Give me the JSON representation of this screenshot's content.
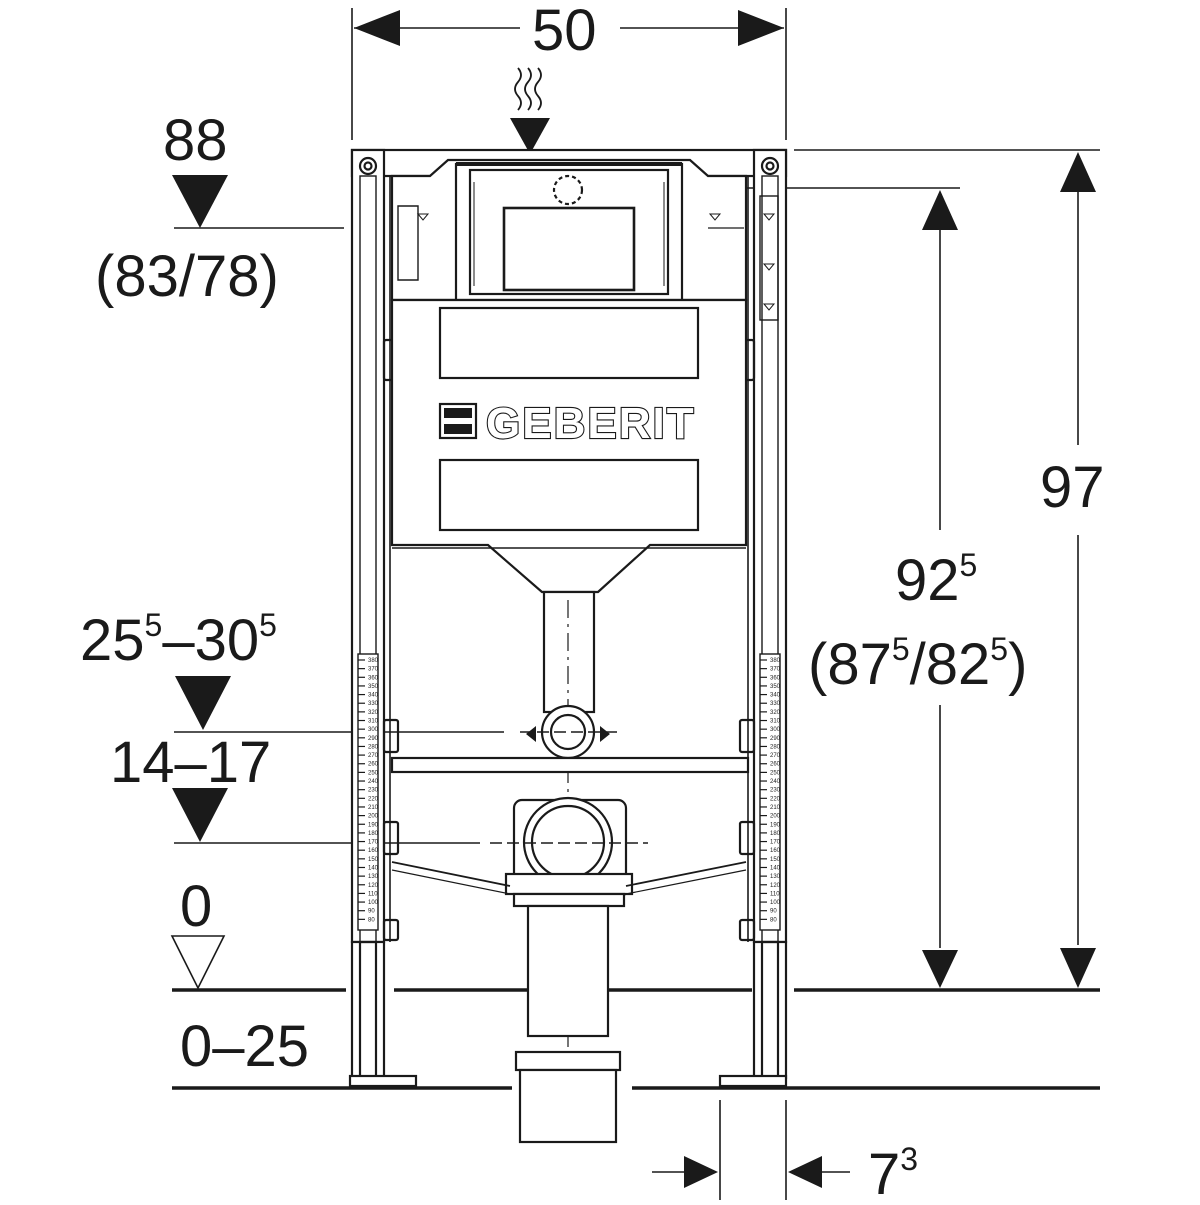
{
  "brand": "GEBERIT",
  "dimensions": {
    "width": "50",
    "total_height": "97",
    "height_main": "92",
    "height_main_sup": "5",
    "height_alt_1": "87",
    "height_alt_1_sup": "5",
    "height_alt_2": "82",
    "height_alt_2_sup": "5",
    "flush_height": "88",
    "flush_height_alt": "(83/78)",
    "inlet_range_a": "25",
    "inlet_range_a_sup": "5",
    "inlet_range_b": "30",
    "inlet_range_b_sup": "5",
    "outlet_range": "14–17",
    "floor_level": "0",
    "leg_adjust": "0–25",
    "depth": "7",
    "depth_sup": "3"
  },
  "scale_labels": [
    "380",
    "370",
    "360",
    "350",
    "340",
    "330",
    "320",
    "310",
    "300",
    "290",
    "280",
    "270",
    "260",
    "250",
    "240",
    "230",
    "220",
    "210",
    "200",
    "190",
    "180",
    "170",
    "160",
    "150",
    "140",
    "130",
    "120",
    "110",
    "100",
    "90",
    "80"
  ]
}
